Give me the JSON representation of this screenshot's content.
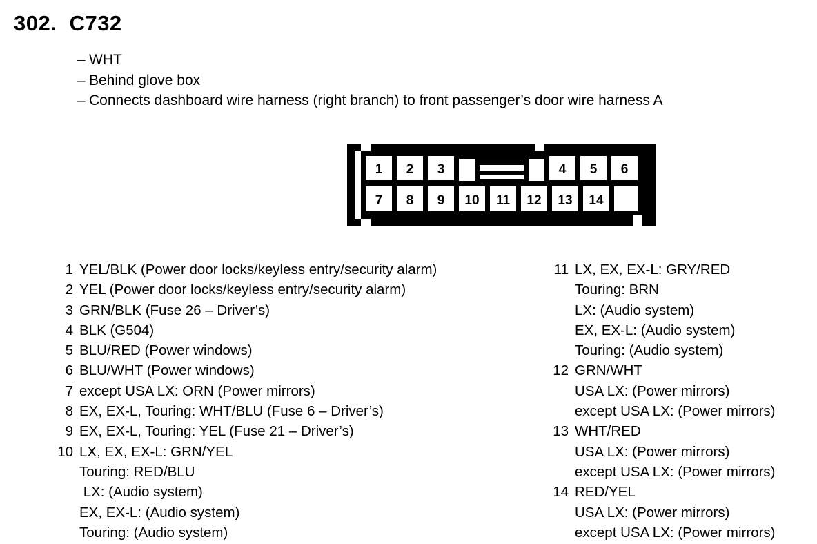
{
  "header": {
    "title": "302.  C732",
    "dash": "–",
    "notes": [
      "WHT",
      "Behind glove box",
      "Connects dashboard wire harness (right branch) to front passenger’s door wire harness A"
    ]
  },
  "connector": {
    "name": "connector-pinout-diagram",
    "top_row_left": [
      "1",
      "2",
      "3"
    ],
    "top_row_right": [
      "4",
      "5",
      "6"
    ],
    "bottom_row": [
      "7",
      "8",
      "9",
      "10",
      "11",
      "12",
      "13",
      "14"
    ],
    "latch_label": "locking-tab"
  },
  "pins_left": [
    {
      "num": "1",
      "desc": "YEL/BLK (Power door locks/keyless entry/security alarm)",
      "sub": []
    },
    {
      "num": "2",
      "desc": "YEL (Power door locks/keyless entry/security alarm)",
      "sub": []
    },
    {
      "num": "3",
      "desc": "GRN/BLK (Fuse 26 – Driver’s)",
      "sub": []
    },
    {
      "num": "4",
      "desc": "BLK (G504)",
      "sub": []
    },
    {
      "num": "5",
      "desc": "BLU/RED (Power windows)",
      "sub": []
    },
    {
      "num": "6",
      "desc": "BLU/WHT (Power windows)",
      "sub": []
    },
    {
      "num": "7",
      "desc": "except USA LX: ORN (Power mirrors)",
      "sub": []
    },
    {
      "num": "8",
      "desc": "EX, EX-L, Touring: WHT/BLU (Fuse 6 – Driver’s)",
      "sub": []
    },
    {
      "num": "9",
      "desc": "EX, EX-L, Touring: YEL (Fuse 21 – Driver’s)",
      "sub": []
    },
    {
      "num": "10",
      "desc": "LX, EX, EX-L: GRN/YEL",
      "sub": [
        "Touring: RED/BLU",
        " LX: (Audio system)",
        "EX, EX-L: (Audio system)",
        "Touring: (Audio system)"
      ]
    }
  ],
  "pins_right": [
    {
      "num": "11",
      "desc": "LX, EX, EX-L: GRY/RED",
      "sub": [
        "Touring: BRN",
        "LX: (Audio system)",
        "EX, EX-L: (Audio system)",
        "Touring: (Audio system)"
      ]
    },
    {
      "num": "12",
      "desc": "GRN/WHT",
      "sub": [
        "USA LX: (Power mirrors)",
        "except USA LX: (Power mirrors)"
      ]
    },
    {
      "num": "13",
      "desc": "WHT/RED",
      "sub": [
        "USA LX: (Power mirrors)",
        "except USA LX: (Power mirrors)"
      ]
    },
    {
      "num": "14",
      "desc": "RED/YEL",
      "sub": [
        "USA LX: (Power mirrors)",
        "except USA LX: (Power mirrors)"
      ]
    }
  ],
  "colors": {
    "ink": "#000000",
    "paper": "#ffffff"
  }
}
